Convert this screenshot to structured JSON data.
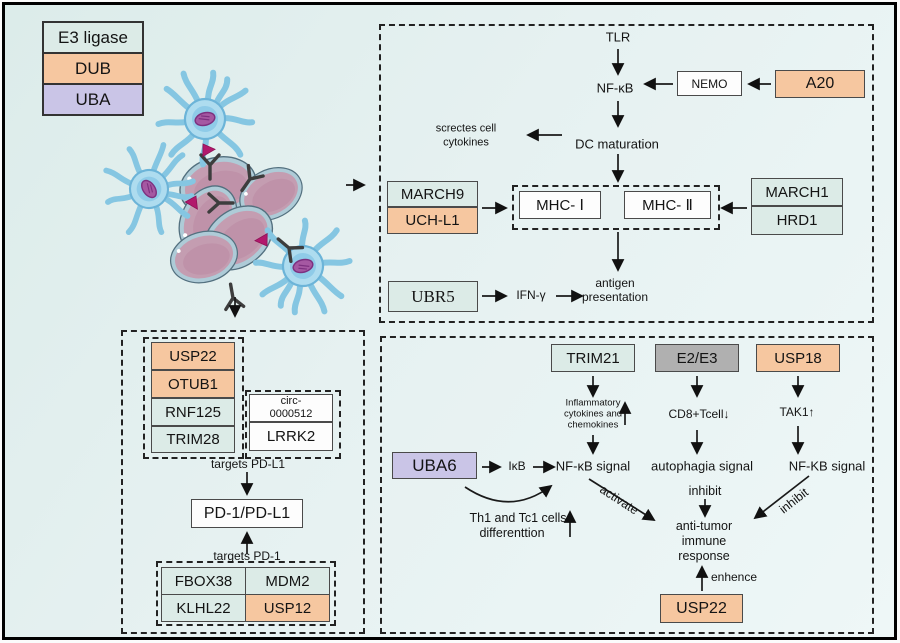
{
  "colors": {
    "e3": "#dcebe7",
    "dub": "#f6c7a0",
    "uba": "#cac5e7",
    "gray": "#b0b0b0",
    "white": "#fdfdfd",
    "arrow": "#111111"
  },
  "legend": {
    "items": [
      {
        "label": "E3 ligase",
        "type": "e3"
      },
      {
        "label": "DUB",
        "type": "dub"
      },
      {
        "label": "UBA",
        "type": "uba"
      }
    ]
  },
  "antigen_panel": {
    "tlr": "TLR",
    "nfkb": "NF-κB",
    "nemo": "NEMO",
    "a20": "A20",
    "secretes_l1": "screctes cell",
    "secretes_l2": "cytokines",
    "dc_maturation": "DC maturation",
    "march9": "MARCH9",
    "uchl1": "UCH-L1",
    "mhc1": "MHC- Ⅰ",
    "mhc2": "MHC- Ⅱ",
    "march1": "MARCH1",
    "hrd1": "HRD1",
    "ubr5": "UBR5",
    "ifn": "IFN-γ",
    "antigen_l1": "antigen",
    "antigen_l2": "presentation"
  },
  "pd_panel": {
    "usp22": "USP22",
    "otub1": "OTUB1",
    "rnf125": "RNF125",
    "trim28": "TRIM28",
    "circ_l1": "circ-",
    "circ_l2": "0000512",
    "lrrk2": "LRRK2",
    "targets_pdl1": "targets PD-L1",
    "pd1_pdl1": "PD-1/PD-L1",
    "targets_pd1": "targets PD-1",
    "fbox38": "FBOX38",
    "mdm2": "MDM2",
    "klhl22": "KLHL22",
    "usp12": "USP12"
  },
  "response_panel": {
    "trim21": "TRIM21",
    "e2e3": "E2/E3",
    "usp18": "USP18",
    "inflammatory": "Inflammatory cytokines and chemokines",
    "cd8": "CD8+Tcell↓",
    "tak1": "TAK1↑",
    "uba6": "UBA6",
    "ikb": "IκB",
    "nfkb_signal": "NF-κB signal",
    "autophagia": "autophagia signal",
    "nfkb_signal2": "NF-KB signal",
    "th1_l1": "Th1 and Tc1 cells",
    "th1_l2": "differenttion",
    "activate": "activate",
    "inhibit_mid": "inhibit",
    "inhibit_right": "inhibit",
    "antitumor_l1": "anti-tumor",
    "antitumor_l2": "immune",
    "antitumor_l3": "response",
    "enhence": "enhence",
    "usp22": "USP22"
  }
}
